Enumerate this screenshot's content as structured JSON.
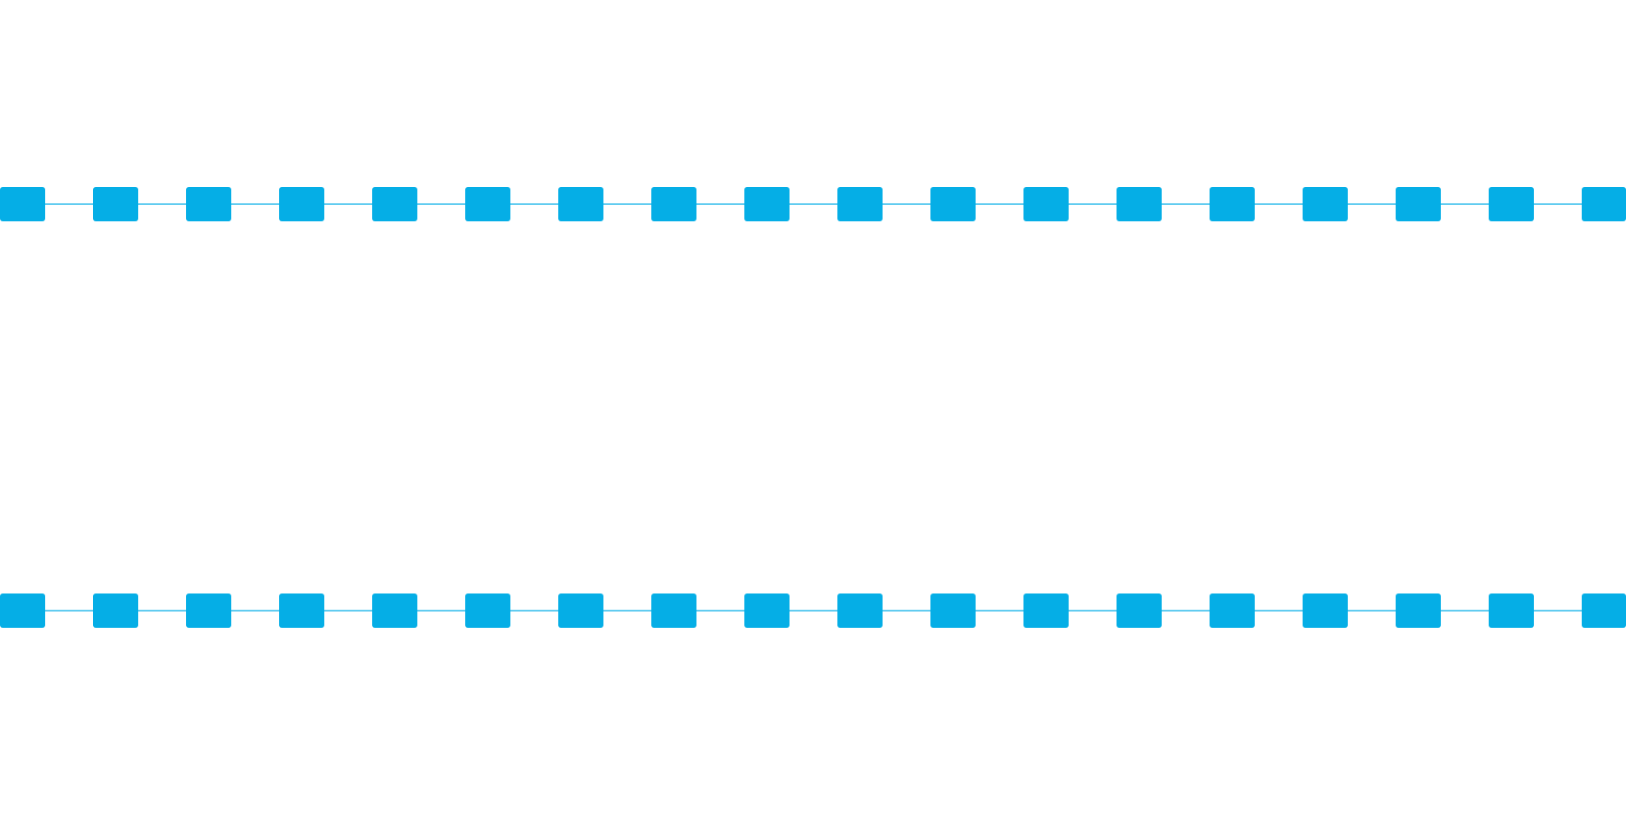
{
  "pattern": {
    "accent_color": "#05AEE6",
    "strips": [
      {
        "name": "top",
        "block_count": 18
      },
      {
        "name": "bottom",
        "block_count": 18
      }
    ]
  }
}
